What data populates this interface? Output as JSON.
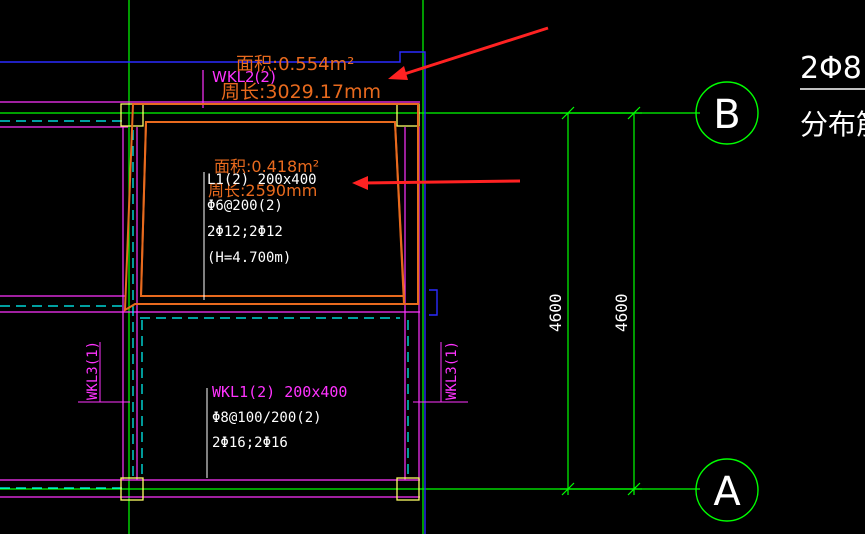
{
  "colors": {
    "background": "#000000",
    "grid": "#00ff00",
    "beam": "#ff33ff",
    "dashed": "#00ffff",
    "outline": "#e86a1e",
    "wall": "#2b2bff",
    "column": "#ffff66",
    "text": "#ffffff",
    "arrow": "#ff2222"
  },
  "annotations": {
    "outer_area": "面积:0.554m²",
    "outer_perimeter": "周长:3029.17mm",
    "inner_area": "面积:0.418m²",
    "inner_perimeter": "周长:2590mm"
  },
  "beams": {
    "wkl_top_tag": "WKL2(2)",
    "l1": {
      "name": "L1(2) 200x400",
      "stirrup": "Φ6@200(2)",
      "rebar": "2Φ12;2Φ12",
      "height": "(H=4.700m)"
    },
    "wkl1": {
      "name": "WKL1(2) 200x400",
      "stirrup": "Φ8@100/200(2)",
      "rebar": "2Φ16;2Φ16"
    },
    "wkl3_left": "WKL3(1)",
    "wkl3_right": "WKL3(1)"
  },
  "dimensions": {
    "dim_a": "4600",
    "dim_b": "4600"
  },
  "axes": {
    "b": "B",
    "a": "A"
  },
  "legend": {
    "rebar": "2Φ8",
    "label": "分布筋"
  }
}
